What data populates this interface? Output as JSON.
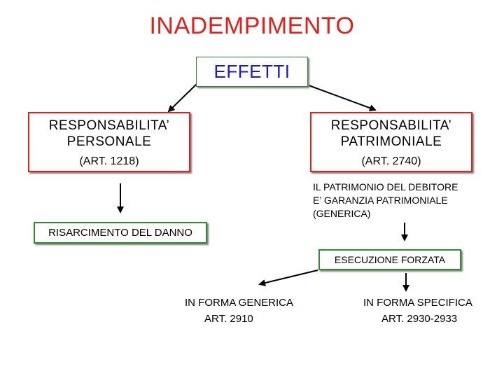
{
  "title": "INADEMPIMENTO",
  "effetti": "EFFETTI",
  "resp_personale": {
    "line1": "RESPONSABILITA’",
    "line2": "PERSONALE",
    "art": "(ART. 1218)"
  },
  "resp_patrimoniale": {
    "line1": "RESPONSABILITA’",
    "line2": "PATRIMONIALE",
    "art": "(ART. 2740)"
  },
  "patrimonio_text": "IL PATRIMONIO DEL DEBITORE\nE’ GARANZIA PATRIMONIALE\n(GENERICA)",
  "risarcimento": "RISARCIMENTO DEL DANNO",
  "esecuzione": "ESECUZIONE FORZATA",
  "forma_generica": {
    "line1": "IN FORMA GENERICA",
    "line2": "ART. 2910"
  },
  "forma_specifica": {
    "line1": "IN FORMA SPECIFICA",
    "line2": "ART. 2930-2933"
  },
  "colors": {
    "title": "#e0201b",
    "effetti_text": "#1a1acc",
    "green_border": "#2b8f2b",
    "red_border": "#e0201b"
  }
}
